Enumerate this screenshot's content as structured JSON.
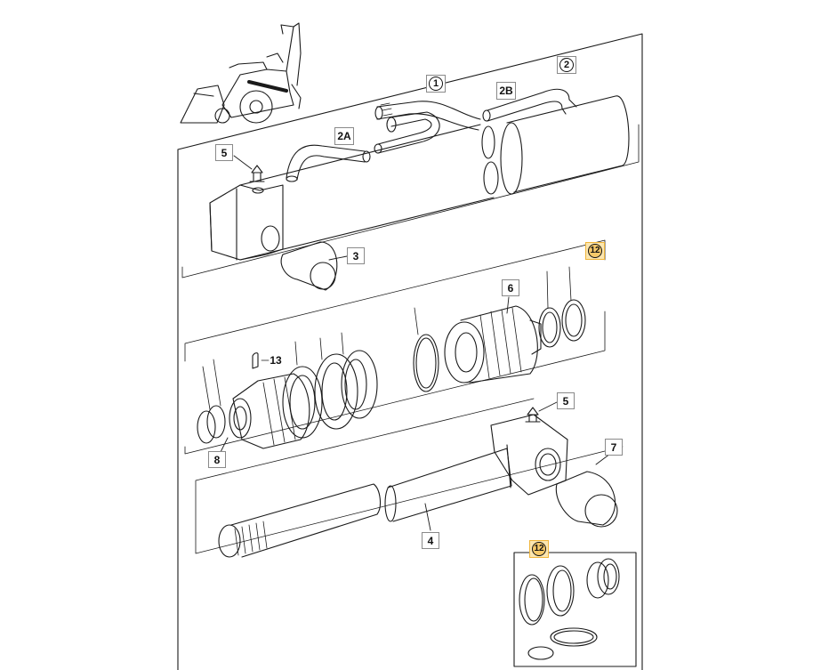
{
  "callouts": {
    "c1": "1",
    "c2": "2",
    "c2a": "2A",
    "c2b": "2B",
    "c3": "3",
    "c4": "4",
    "c5a": "5",
    "c5b": "5",
    "c6": "6",
    "c7": "7",
    "c8": "8",
    "c12a": "12",
    "c12b": "12",
    "c13": "13"
  },
  "colors": {
    "line": "#1a1a1a",
    "box_border": "#8a8a8a",
    "highlight_fill": "#fbe6b0",
    "highlight_border": "#f0b53a"
  },
  "icons": [
    "backhoe-loader-icon",
    "grease-nipple-icon"
  ]
}
